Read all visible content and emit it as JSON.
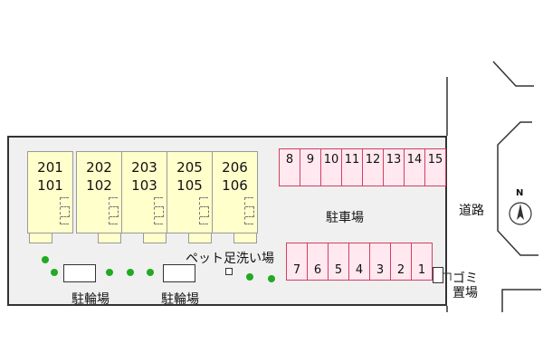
{
  "units": [
    {
      "upper": "201",
      "lower": "101"
    },
    {
      "upper": "202",
      "lower": "102"
    },
    {
      "upper": "203",
      "lower": "103"
    },
    {
      "upper": "205",
      "lower": "105"
    },
    {
      "upper": "206",
      "lower": "106"
    }
  ],
  "parking_top": [
    "8",
    "9",
    "10",
    "11",
    "12",
    "13",
    "14",
    "15"
  ],
  "parking_bottom": [
    "7",
    "6",
    "5",
    "4",
    "3",
    "2",
    "1"
  ],
  "labels": {
    "parking_lot": "駐車場",
    "road": "道路",
    "pet_wash": "ペット足洗い場",
    "bicycle_left": "駐輪場",
    "bicycle_right": "駐輪場",
    "garbage_line1": "ゴミ",
    "garbage_line2": "置場",
    "compass": "N"
  },
  "colors": {
    "building": "#ffffcc",
    "parking": "#ffe8f0",
    "parking_border": "#d04060",
    "trees": "#22aa22"
  }
}
